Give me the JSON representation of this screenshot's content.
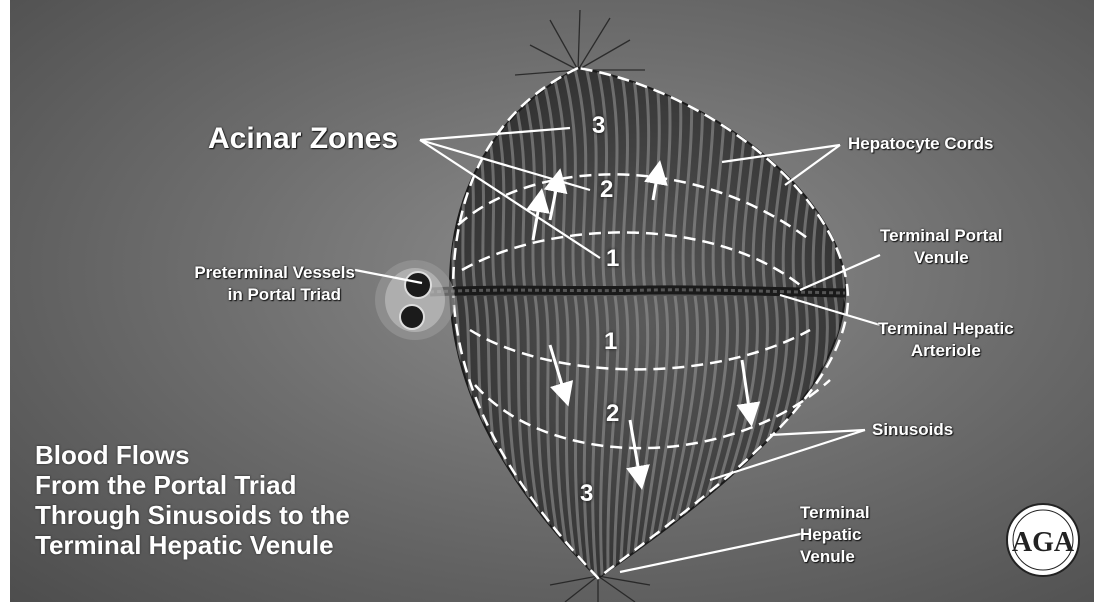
{
  "labels": {
    "acinar_zones": "Acinar Zones",
    "hepatocyte_cords": "Hepatocyte Cords",
    "preterminal_vessels_line1": "Preterminal Vessels",
    "preterminal_vessels_line2": "in Portal Triad",
    "terminal_portal_venule_line1": "Terminal Portal",
    "terminal_portal_venule_line2": "Venule",
    "terminal_hepatic_arteriole_line1": "Terminal Hepatic",
    "terminal_hepatic_arteriole_line2": "Arteriole",
    "sinusoids": "Sinusoids",
    "terminal_hepatic_venule_line1": "Terminal",
    "terminal_hepatic_venule_line2": "Hepatic",
    "terminal_hepatic_venule_line3": "Venule"
  },
  "zones": {
    "upper": [
      "3",
      "2",
      "1"
    ],
    "lower": [
      "1",
      "2",
      "3"
    ]
  },
  "caption": [
    "Blood Flows",
    "From the Portal Triad",
    "Through Sinusoids to the",
    "Terminal Hepatic Venule"
  ],
  "logo_text": "AGA",
  "colors": {
    "background": "#6f6f6f",
    "lobule": "#4a4a4a",
    "lines": "#ffffff"
  }
}
